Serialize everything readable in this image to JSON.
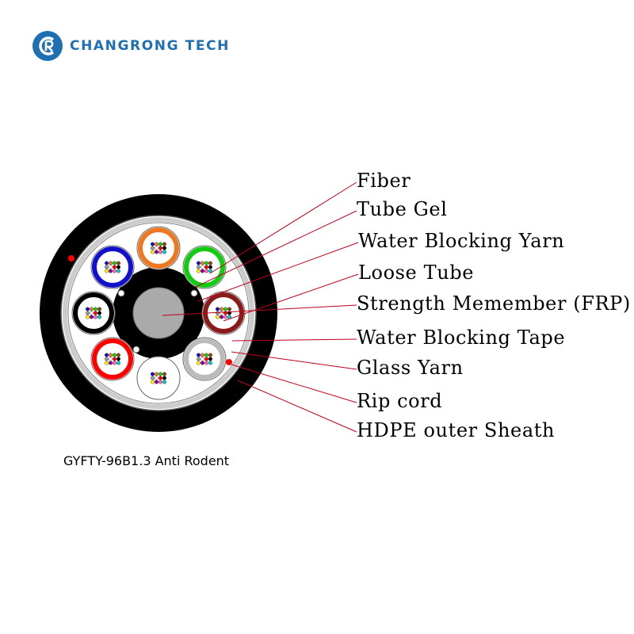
{
  "brand": {
    "name": "CHANGRONG TECH",
    "color": "#1f6fb4"
  },
  "callouts": [
    {
      "label": "Fiber"
    },
    {
      "label": "Tube Gel"
    },
    {
      "label": "Water Blocking Yarn"
    },
    {
      "label": "Loose Tube"
    },
    {
      "label": "Strength Memember (FRP)"
    },
    {
      "label": "Water Blocking Tape"
    },
    {
      "label": "Glass Yarn"
    },
    {
      "label": "Rip cord"
    },
    {
      "label": "HDPE outer Sheath"
    }
  ],
  "caption": "GYFTY-96B1.3 Anti Rodent",
  "colors": {
    "sheath": "#000000",
    "leader_line": "#c0001a",
    "rip_cord": "#ff0000",
    "frp": "#aaaaaa",
    "tape": "#cccccc",
    "tubes": [
      "#ee7722",
      "#11cc11",
      "#8b1a1a",
      "#bbbbbb",
      "#ffffff",
      "#ff0000",
      "#000000",
      "#1111cc"
    ],
    "fibers": [
      "#1111cc",
      "#ee7722",
      "#11cc11",
      "#8b4513",
      "#999999",
      "#ffffff",
      "#ff0000",
      "#000000",
      "#ffee00",
      "#8800aa",
      "#ff66aa",
      "#00cccc"
    ]
  }
}
